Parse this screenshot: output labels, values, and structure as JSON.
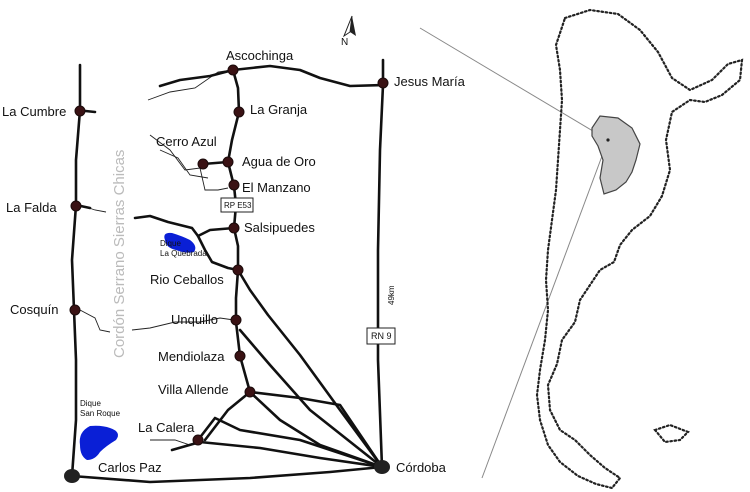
{
  "north_label": "N",
  "range_label": "Cordón Serrano Sierras Chicas",
  "road_labels": {
    "rp": "RP E53",
    "rn": "RN 9",
    "distance": "49km"
  },
  "reservoirs": {
    "quebrada": "Dique La Quebrada",
    "roque": "Dique San Roque"
  },
  "reservoir_lines": {
    "quebrada": [
      "Dique",
      "La Quebrada"
    ],
    "roque": [
      "Dique",
      "San Roque"
    ]
  },
  "towns": [
    {
      "key": "ascochinga",
      "label": "Ascochinga"
    },
    {
      "key": "jesus_maria",
      "label": "Jesus María"
    },
    {
      "key": "la_granja",
      "label": "La Granja"
    },
    {
      "key": "cerro_azul",
      "label": "Cerro Azul"
    },
    {
      "key": "agua_de_oro",
      "label": "Agua de Oro"
    },
    {
      "key": "el_manzano",
      "label": "El Manzano"
    },
    {
      "key": "salsipuedes",
      "label": "Salsipuedes"
    },
    {
      "key": "rio_ceballos",
      "label": "Rio Ceballos"
    },
    {
      "key": "unquillo",
      "label": "Unquillo"
    },
    {
      "key": "mendiolaza",
      "label": "Mendiolaza"
    },
    {
      "key": "villa_allende",
      "label": "Villa Allende"
    },
    {
      "key": "la_calera",
      "label": "La Calera"
    },
    {
      "key": "cordoba",
      "label": "Córdoba"
    },
    {
      "key": "carlos_paz",
      "label": "Carlos Paz"
    },
    {
      "key": "la_cumbre",
      "label": "La Cumbre"
    },
    {
      "key": "la_falda",
      "label": "La Falda"
    },
    {
      "key": "cosquin",
      "label": "Cosquín"
    }
  ],
  "colors": {
    "reservoir": "#0a1fd6",
    "province_fill": "#c8c8c8",
    "city_marker": "#3a1214"
  },
  "inset": "Argentina outline with Córdoba province highlighted"
}
